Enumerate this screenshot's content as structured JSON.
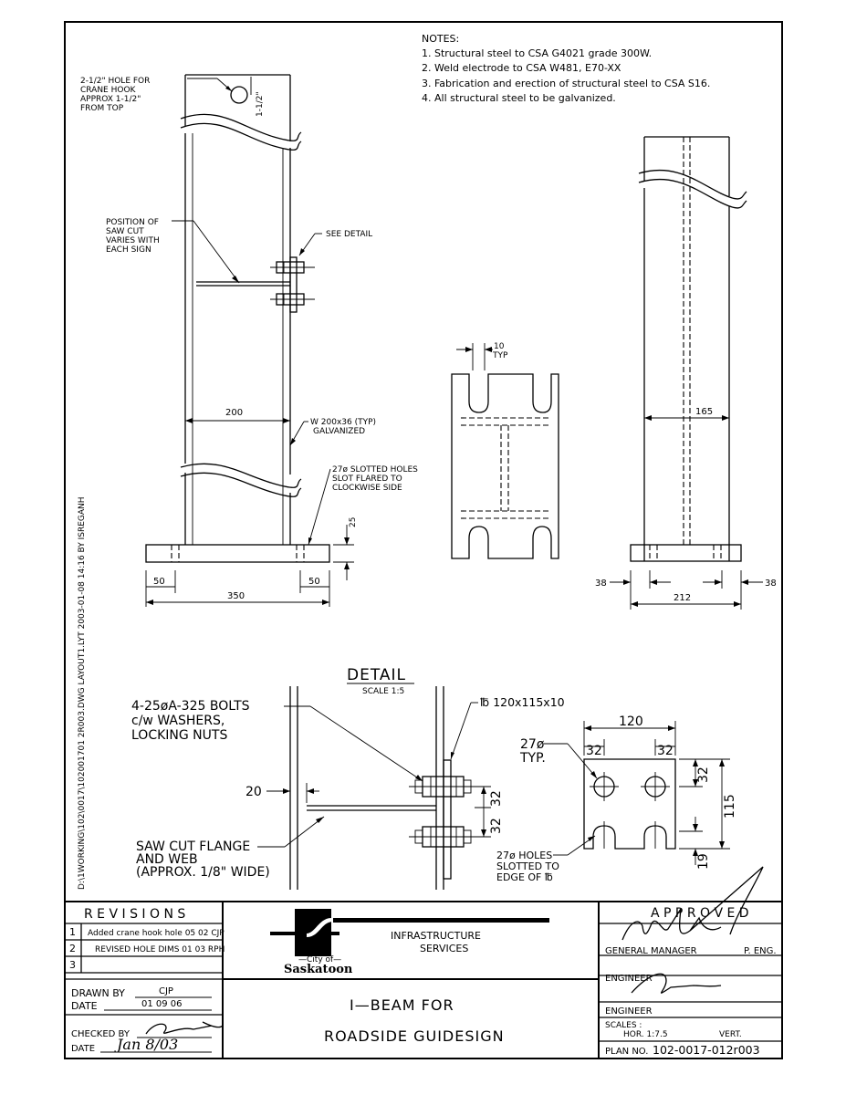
{
  "notes": {
    "heading": "NOTES:",
    "items": [
      "1. Structural steel to CSA G4021 grade 300W.",
      "2. Weld electrode to CSA W481, E70-XX",
      "3. Fabrication and erection of structural steel to CSA S16.",
      "4. All structural steel to be galvanized."
    ]
  },
  "elevation": {
    "hole_note": [
      "2-1/2\" HOLE FOR",
      "CRANE HOOK",
      "APPROX 1-1/2\"",
      "FROM TOP"
    ],
    "hole_dim": "1-1/2\"",
    "sawcut_note": [
      "POSITION OF",
      "SAW CUT",
      "VARIES WITH",
      "EACH SIGN"
    ],
    "see_detail": "SEE DETAIL",
    "width_dim": "200",
    "beam_note": [
      "W 200x36 (TYP)",
      "GALVANIZED"
    ],
    "slot_note": [
      "27ø SLOTTED HOLES",
      "SLOT FLARED TO",
      "CLOCKWISE SIDE"
    ],
    "plate_thk": "25",
    "edge_left": "50",
    "edge_right": "50",
    "base_width": "350"
  },
  "section": {
    "slot_dim": "10",
    "typ": "TYP"
  },
  "side": {
    "flange_dim": "165",
    "edge_left": "38",
    "edge_right": "38",
    "base_width": "212"
  },
  "side_text": "D:\\1WORKING\\102\\0017\\102001701 2R003.DWG LAYOUT1.LYT 2003-01-08 14:16 BY ISREGANH",
  "detail": {
    "title": "DETAIL",
    "scale": "SCALE 1:5",
    "bolts_note": [
      "4-25øA-325 BOLTS",
      "c/w WASHERS,",
      "LOCKING NUTS"
    ],
    "plate_note": "℔ 120x115x10",
    "gap_dim": "20",
    "bolt_space_1": "32",
    "bolt_space_2": "32",
    "sawcut_note": [
      "SAW CUT FLANGE",
      "AND WEB",
      "(APPROX. 1/8\" WIDE)"
    ],
    "plate_width": "120",
    "plate_edge_left": "32",
    "plate_edge_right": "32",
    "hole_note": [
      "27ø",
      "TYP."
    ],
    "plate_edge_top": "32",
    "plate_height": "115",
    "plate_edge_bottom": "19",
    "slot_note": [
      "27ø HOLES",
      "SLOTTED TO",
      "EDGE OF ℔"
    ]
  },
  "title_block": {
    "revisions_heading": "R E V I S I O N S",
    "revisions": [
      {
        "no": "1",
        "text": "Added crane hook hole 05 02 CJP"
      },
      {
        "no": "2",
        "text": "REVISED HOLE DIMS 01 03 RPH"
      },
      {
        "no": "3",
        "text": ""
      }
    ],
    "drawn_by_label": "DRAWN BY",
    "drawn_by": "CJP",
    "date_label": "DATE",
    "drawn_date": "01 09 06",
    "checked_by_label": "CHECKED BY",
    "checked_date": "Jan 8/03",
    "city_small": "—City of—",
    "city_name": "Saskatoon",
    "department": [
      "INFRASTRUCTURE",
      "SERVICES"
    ],
    "drawing_title": [
      "I—BEAM FOR",
      "ROADSIDE GUIDESIGN"
    ],
    "approved_label": "A P P R O V E D",
    "general_manager": "GENERAL MANAGER",
    "p_eng": "P. ENG.",
    "engineer_1": "ENGINEER",
    "engineer_2": "ENGINEER",
    "scales_label": "SCALES :",
    "scale_hor": "HOR.  1:7.5",
    "scale_vert": "VERT.",
    "plan_label": "PLAN NO.",
    "plan_no": "102-0017-012r003"
  }
}
